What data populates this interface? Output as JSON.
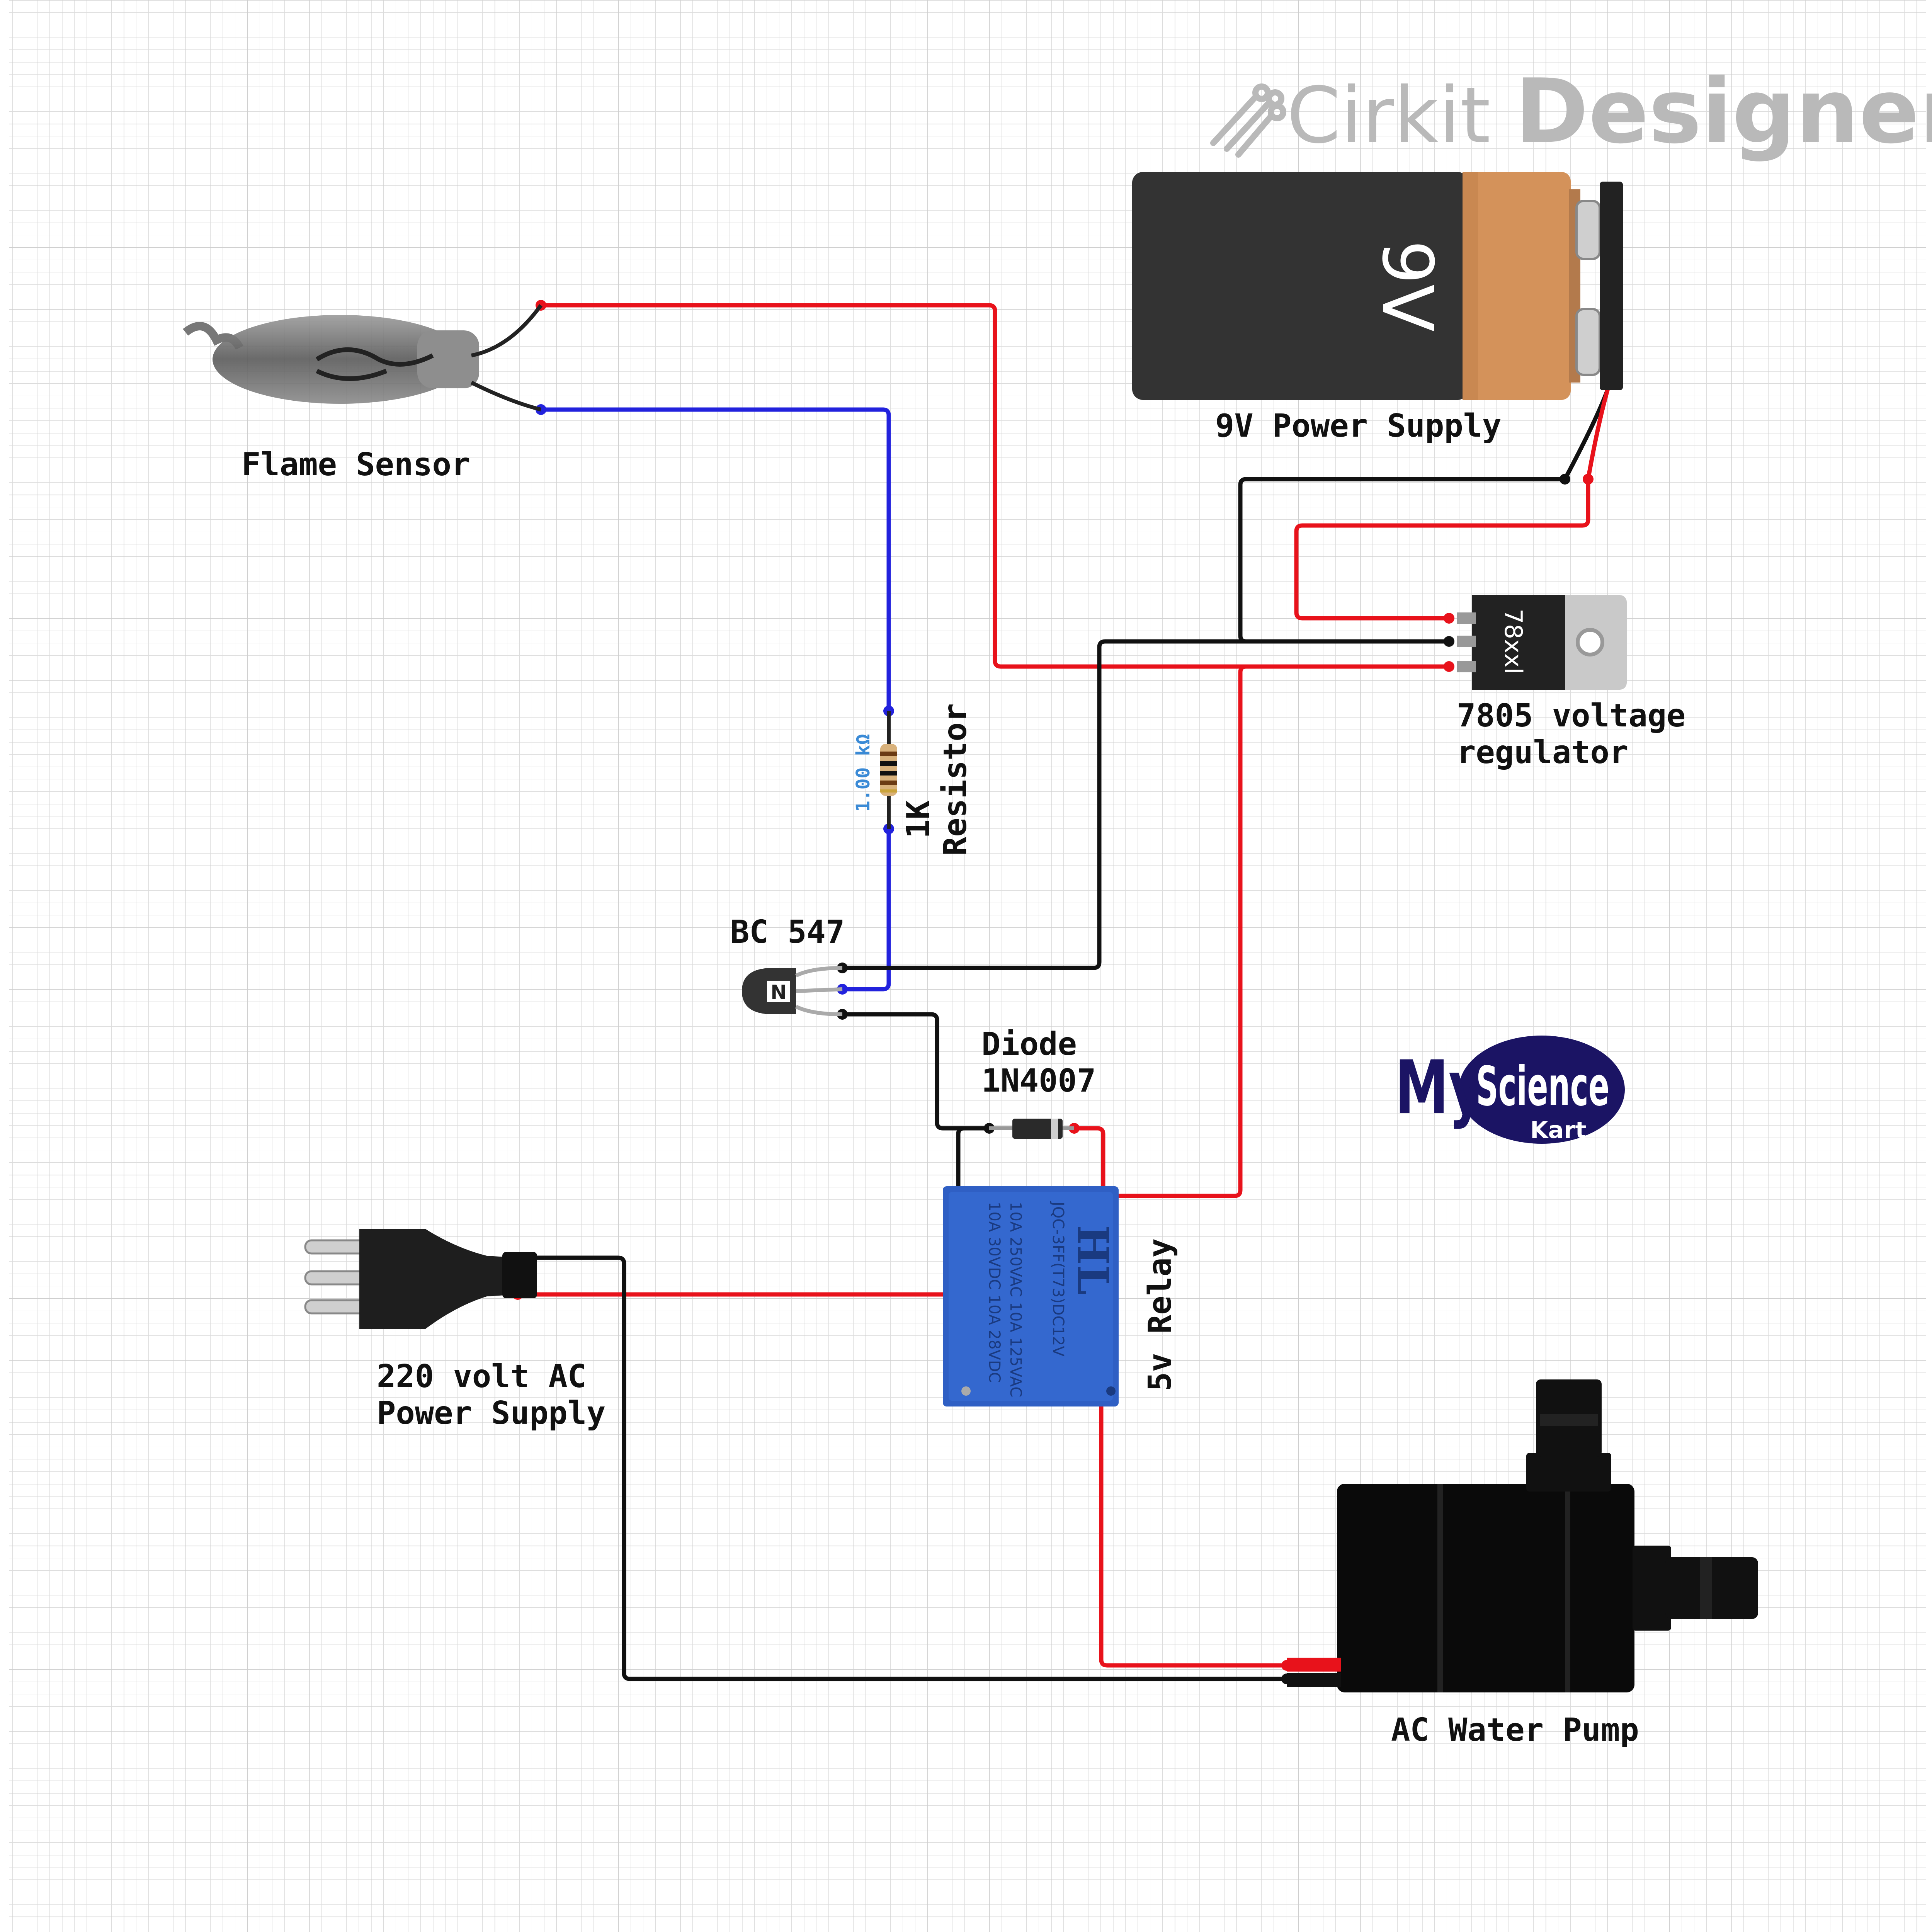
{
  "brand": {
    "cirkit": "Cirkit",
    "designer": "Designer"
  },
  "watermark": {
    "my": "My",
    "science": "Science",
    "kart": "Kart"
  },
  "components": {
    "flame_sensor": "Flame Sensor",
    "battery": "9V Power Supply",
    "battery_mark": "9V",
    "regulator_line1": "7805 voltage",
    "regulator_line2": "regulator",
    "regulator_mark": "78xxl",
    "resistor_line1": "1K",
    "resistor_line2": "Resistor",
    "resistor_value": "1.00 kΩ",
    "transistor": "BC 547",
    "diode_line1": "Diode",
    "diode_line2": "1N4007",
    "relay": "5v Relay",
    "relay_brand": "HL",
    "relay_text": [
      "JQC-3FF(T73)DC12V",
      "10A 250VAC 10A 125VAC",
      "10A 30VDC 10A 28VDC"
    ],
    "ac_supply_line1": "220 volt AC",
    "ac_supply_line2": "Power Supply",
    "pump": "AC Water Pump"
  },
  "colors": {
    "wire_red": "#e8121b",
    "wire_blue": "#2222dd",
    "wire_black": "#111111",
    "relay_blue": "#2f5fc4",
    "battery_tan": "#d4925a",
    "battery_body": "#333333",
    "logo_gray": "#b9b9b9",
    "logo_navy": "#1b1464"
  }
}
